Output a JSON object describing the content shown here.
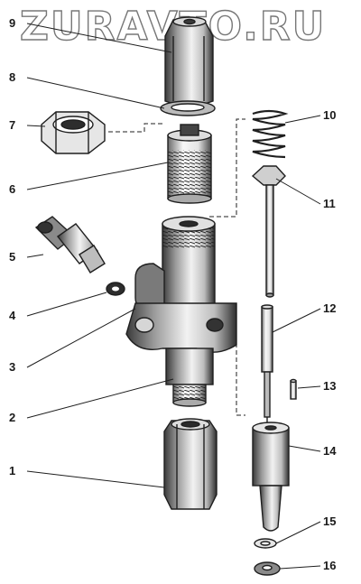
{
  "watermark": "ZURAVTO.RU",
  "callouts": [
    {
      "id": "part-1",
      "label": "1"
    },
    {
      "id": "part-2",
      "label": "2"
    },
    {
      "id": "part-3",
      "label": "3"
    },
    {
      "id": "part-4",
      "label": "4"
    },
    {
      "id": "part-5",
      "label": "5"
    },
    {
      "id": "part-6",
      "label": "6"
    },
    {
      "id": "part-7",
      "label": "7"
    },
    {
      "id": "part-8",
      "label": "8"
    },
    {
      "id": "part-9",
      "label": "9"
    },
    {
      "id": "part-10",
      "label": "10"
    },
    {
      "id": "part-11",
      "label": "11"
    },
    {
      "id": "part-12",
      "label": "12"
    },
    {
      "id": "part-13",
      "label": "13"
    },
    {
      "id": "part-14",
      "label": "14"
    },
    {
      "id": "part-15",
      "label": "15"
    },
    {
      "id": "part-16",
      "label": "16"
    }
  ],
  "colors": {
    "ink": "#1f1f1f",
    "fill_light": "#f4f4f4",
    "fill_mid": "#cfcfcf",
    "fill_dark": "#6e6e6e"
  }
}
